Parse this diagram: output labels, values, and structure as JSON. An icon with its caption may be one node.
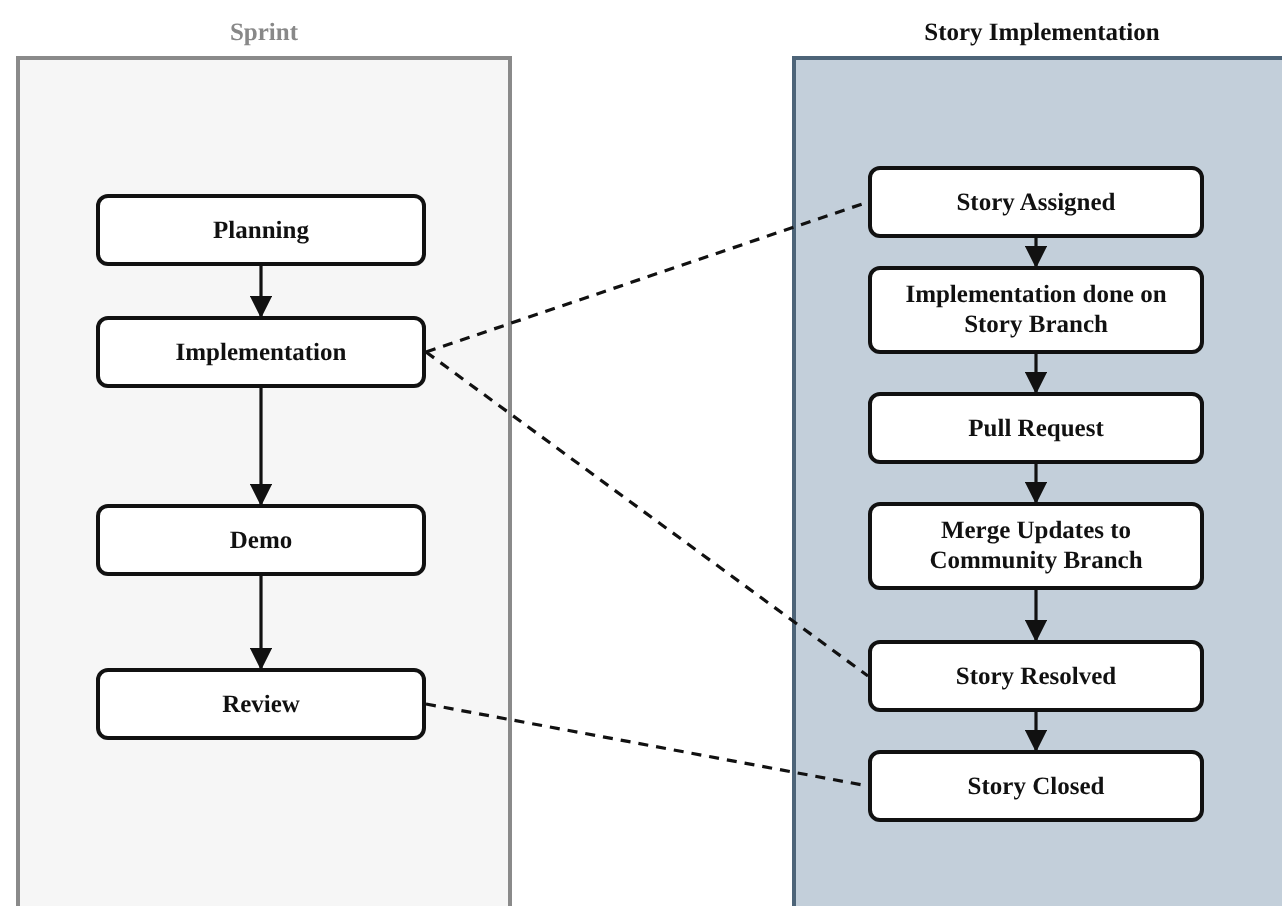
{
  "diagram": {
    "nodes": [
      {
        "text": [
          "Sprint"
        ]
      },
      {
        "text": [
          "Planning"
        ],
        "in": 0
      },
      {
        "text": [
          "Implementation"
        ],
        "in": 0
      },
      {
        "text": [
          "Demo"
        ],
        "in": 0
      },
      {
        "text": [
          "Review"
        ],
        "in": 0
      },
      {
        "text": [
          "Story Implementation"
        ]
      },
      {
        "text": [
          "Story Assigned"
        ],
        "in": 5
      },
      {
        "text": [
          "Implementation done on Story Branch"
        ],
        "in": 5
      },
      {
        "text": [
          "Pull Request"
        ],
        "in": 5
      },
      {
        "text": [
          "Merge Updates to Community Branch"
        ],
        "in": 5
      },
      {
        "text": [
          "Story Resolved"
        ],
        "in": 5
      },
      {
        "text": [
          "Story Closed"
        ],
        "in": 5
      }
    ],
    "edges": [
      {
        "from": 1,
        "to": 2,
        "arrow": "to"
      },
      {
        "from": 2,
        "to": 3,
        "arrow": "to"
      },
      {
        "from": 3,
        "to": 4,
        "arrow": "to"
      },
      {
        "from": 6,
        "to": 7,
        "arrow": "to"
      },
      {
        "from": 7,
        "to": 8,
        "arrow": "to"
      },
      {
        "from": 8,
        "to": 9,
        "arrow": "to"
      },
      {
        "from": 9,
        "to": 10,
        "arrow": "to"
      },
      {
        "from": 10,
        "to": 11,
        "arrow": "to"
      },
      {
        "from": 2,
        "to": 6,
        "arrow": "none",
        "style": "dashed"
      },
      {
        "from": 2,
        "to": 10,
        "arrow": "none",
        "style": "dashed"
      },
      {
        "from": 4,
        "to": 11,
        "arrow": "none",
        "style": "dashed"
      }
    ]
  }
}
